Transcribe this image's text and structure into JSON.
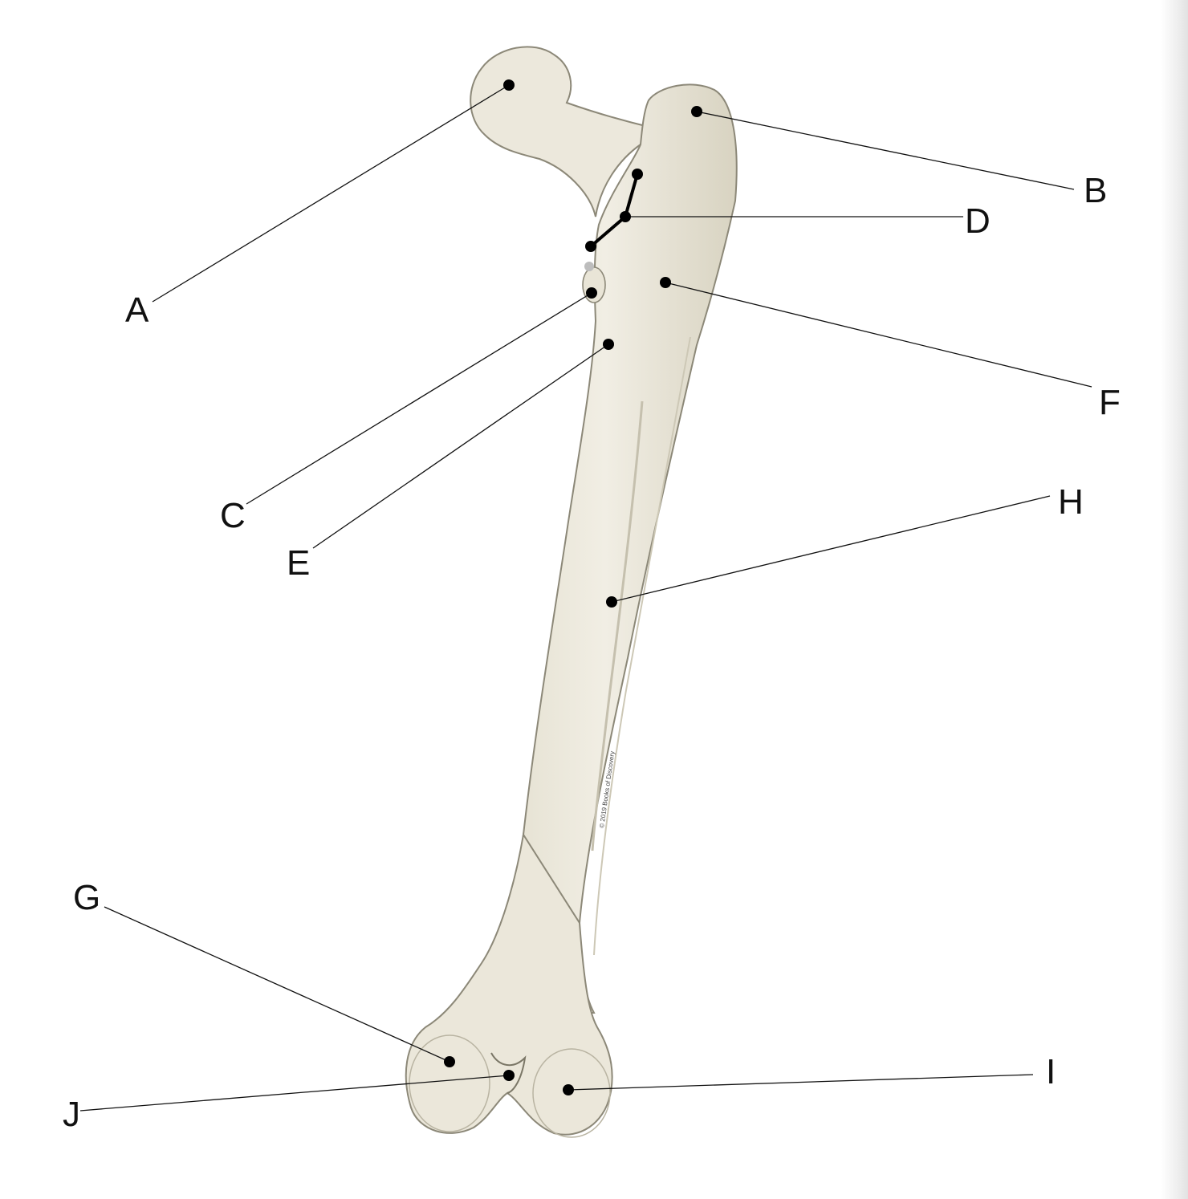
{
  "copyright": "© 2019 Books of Discovery",
  "labels": {
    "a": "A",
    "b": "B",
    "c": "C",
    "d": "D",
    "e": "E",
    "f": "F",
    "g": "G",
    "h": "H",
    "i": "I",
    "j": "J"
  },
  "colors": {
    "bone_fill": "#eeebdf",
    "bone_outline": "#8c8878",
    "bone_shadow": "#d3cfbf",
    "line": "#111111"
  }
}
